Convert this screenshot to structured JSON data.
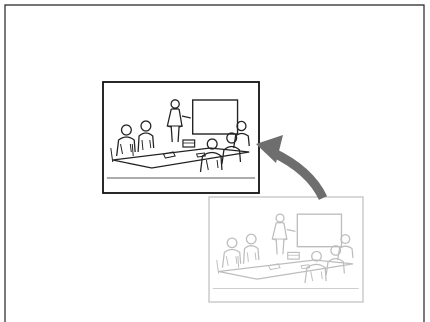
{
  "diagram": {
    "description_visible_text": "",
    "colors": {
      "border": "#222222",
      "arrow": "#6e6e6e",
      "source_frame": "#c8c8c8",
      "source_lines": "#bdbdbd",
      "target_frame": "#111111",
      "target_lines": "#222222",
      "background": "#ffffff"
    },
    "elements": {
      "outer_panel": "page-border",
      "source_image": "meeting-room-illustration-faded",
      "target_image": "meeting-room-illustration",
      "arrow": "curved-arrow-icon"
    }
  }
}
